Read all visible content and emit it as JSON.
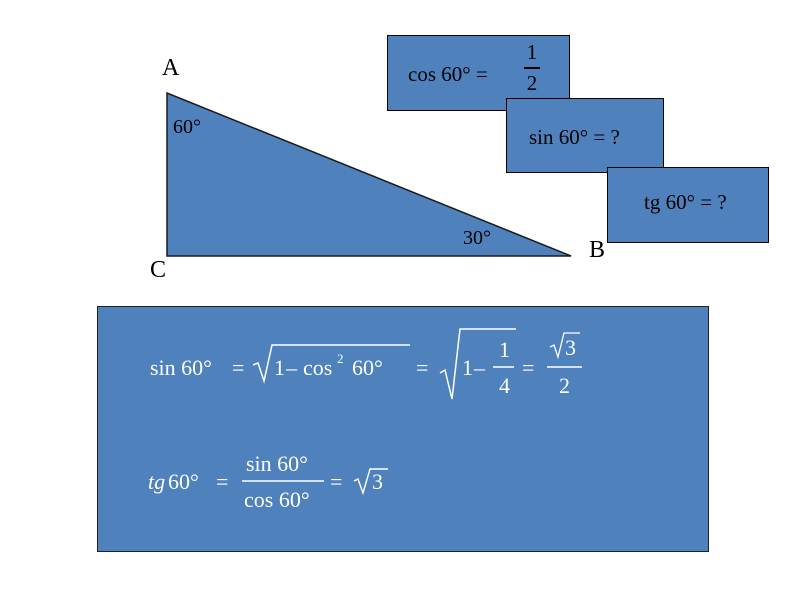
{
  "triangle": {
    "vertex_a": "A",
    "vertex_b": "B",
    "vertex_c": "C",
    "angle_a": "60°",
    "angle_b": "30°"
  },
  "cards": {
    "cos": {
      "prefix": "cos 60° =",
      "numerator": "1",
      "denominator": "2"
    },
    "sin": {
      "text": "sin 60° =  ?"
    },
    "tg": {
      "text": "tg 60° = ?"
    }
  },
  "formulas": {
    "sin_lhs": "sin 60°",
    "eq": "=",
    "one": "1",
    "minus": "–",
    "cos_sq": "cos",
    "sup2": "2",
    "sixty": "60°",
    "frac_num_1": "1",
    "frac_den_4": "4",
    "sqrt3": "3",
    "frac_den_2": "2",
    "tg_lhs": "tg",
    "tg_60": "60°",
    "sin_num": "sin 60°",
    "cos_den": "cos 60°",
    "result_3": "3"
  },
  "colors": {
    "fill": "#4f81bd",
    "stroke": "#000000",
    "formula_text": "#ffffff"
  }
}
